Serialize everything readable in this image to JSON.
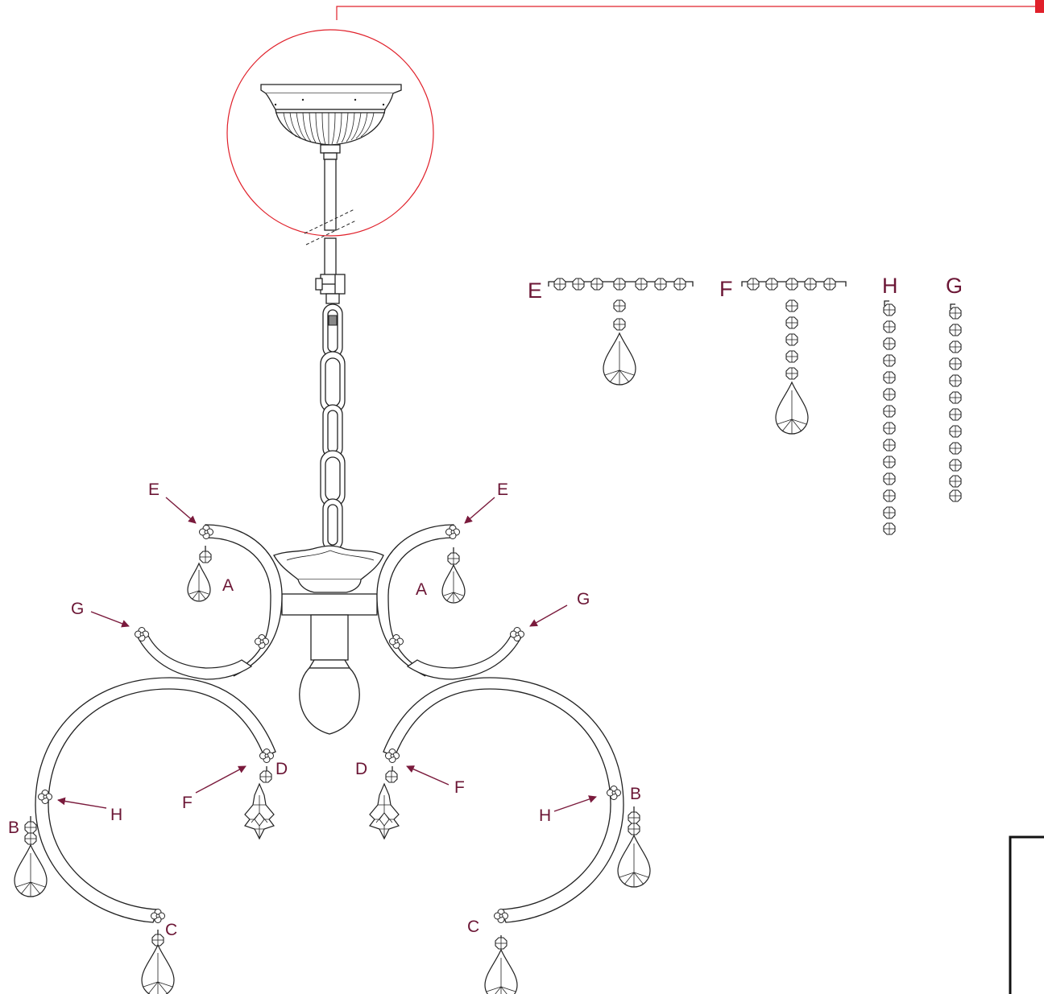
{
  "labels": {
    "E": "E",
    "F": "F",
    "G": "G",
    "H": "H",
    "A": "A",
    "B": "B",
    "C": "C",
    "D": "D"
  },
  "colors": {
    "label": "#6b1635",
    "arrow": "#7a1a3c",
    "detail_callout": "#e0202a",
    "line": "#222222"
  }
}
